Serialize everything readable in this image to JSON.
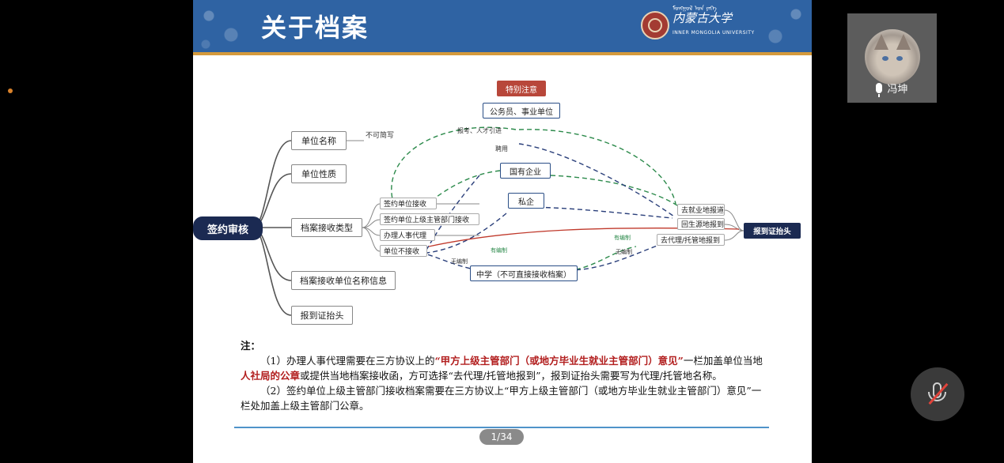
{
  "slide": {
    "title": "关于档案",
    "university": {
      "mongolian": "ᠮᠣᠩᠭᠣᠯ ᠤᠨ ᠶᠡᠬᠡ",
      "chinese_name": "内蒙古大学",
      "english_name": "INNER MONGOLIA UNIVERSITY"
    },
    "page_indicator": "1/34"
  },
  "mindmap": {
    "root": "签约审核",
    "branches": [
      "单位名称",
      "单位性质",
      "档案接收类型",
      "档案接收单位名称信息",
      "报到证抬头"
    ],
    "name_note": "不可简写",
    "receive_types": [
      "签约单位接收",
      "签约单位上级主管部门接收",
      "办理人事代理",
      "单位不接收"
    ],
    "special_tag": "特别注意",
    "employer_types": [
      "公务员、事业单位",
      "国有企业",
      "私企",
      "中学（不可直接接收档案）"
    ],
    "edge_labels": {
      "exam": "报考、人才引进",
      "hire": "聘用",
      "has_quota": "有编制",
      "no_quota": "无编制"
    },
    "destinations": [
      "去就业地报道",
      "回生源地报到",
      "去代理/托管地报到"
    ],
    "final": "报到证抬头"
  },
  "notes": {
    "heading": "注：",
    "p1": {
      "a": "（1）办理人事代理需要在三方协议上的",
      "b": "“甲方上级主管部门（或地方毕业生就业主管部门）意见”",
      "c": "一栏加盖单位当地",
      "d": "人社局的公章",
      "e": "或提供当地档案接收函，方可选择“去代理/托管地报到”，报到证抬头需要写为代理/托管地名称。"
    },
    "p2": "（2）签约单位上级主管部门接收档案需要在三方协议上“甲方上级主管部门（或地方毕业生就业主管部门）意见”一栏处加盖上级主管部门公章。"
  },
  "participant": {
    "name": "冯坤"
  },
  "colors": {
    "banner": "#2f63a3",
    "accent_rule": "#d59a3c",
    "dark_node": "#1b2a52",
    "green_link": "#2c8a4b",
    "blue_link": "#2a3f7a",
    "red_link": "#c0392b",
    "highlight_text": "#b21e1e"
  }
}
